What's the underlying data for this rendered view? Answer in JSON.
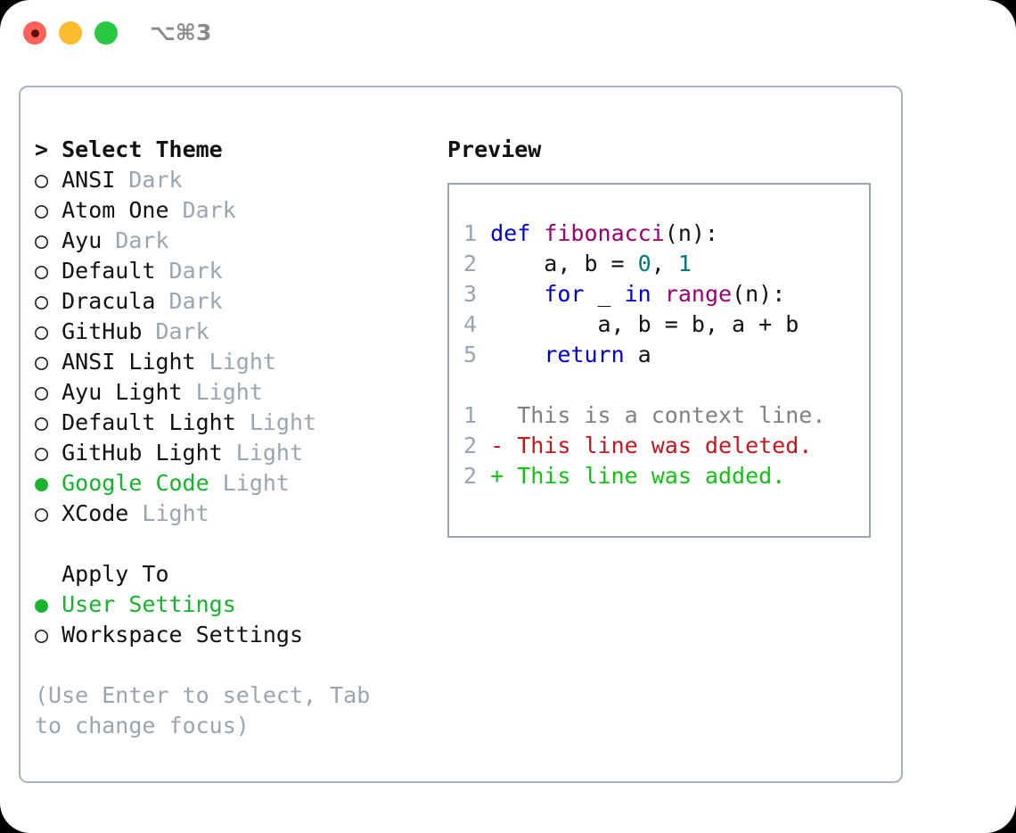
{
  "window": {
    "shortcut": "⌥⌘3",
    "traffic_lights": [
      {
        "name": "close-button",
        "color": "#ff6159"
      },
      {
        "name": "minimize-button",
        "color": "#ffbd2e"
      },
      {
        "name": "maximize-button",
        "color": "#28c840"
      }
    ]
  },
  "theme_picker": {
    "heading": "> Select Theme",
    "bullet_selected": "●",
    "bullet_unselected": "○",
    "items": [
      {
        "bullet": "○",
        "label": "ANSI",
        "tag": "Dark",
        "selected": false
      },
      {
        "bullet": "○",
        "label": "Atom One",
        "tag": "Dark",
        "selected": false
      },
      {
        "bullet": "○",
        "label": "Ayu",
        "tag": "Dark",
        "selected": false
      },
      {
        "bullet": "○",
        "label": "Default",
        "tag": "Dark",
        "selected": false
      },
      {
        "bullet": "○",
        "label": "Dracula",
        "tag": "Dark",
        "selected": false
      },
      {
        "bullet": "○",
        "label": "GitHub",
        "tag": "Dark",
        "selected": false
      },
      {
        "bullet": "○",
        "label": "ANSI Light",
        "tag": "Light",
        "selected": false
      },
      {
        "bullet": "○",
        "label": "Ayu Light",
        "tag": "Light",
        "selected": false
      },
      {
        "bullet": "○",
        "label": "Default Light",
        "tag": "Light",
        "selected": false
      },
      {
        "bullet": "○",
        "label": "GitHub Light",
        "tag": "Light",
        "selected": false
      },
      {
        "bullet": "●",
        "label": "Google Code",
        "tag": "Light",
        "selected": true
      },
      {
        "bullet": "○",
        "label": "XCode",
        "tag": "Light",
        "selected": false
      }
    ]
  },
  "apply_to": {
    "heading": "  Apply To",
    "items": [
      {
        "bullet": "●",
        "label": "User Settings",
        "selected": true
      },
      {
        "bullet": "○",
        "label": "Workspace Settings",
        "selected": false
      }
    ]
  },
  "hint": "(Use Enter to select, Tab to change focus)",
  "preview": {
    "title": "Preview",
    "code_lines": [
      {
        "n": "1",
        "tokens": [
          {
            "t": "def ",
            "c": "kw"
          },
          {
            "t": "fibonacci",
            "c": "fn"
          },
          {
            "t": "(n):",
            "c": "plain"
          }
        ]
      },
      {
        "n": "2",
        "tokens": [
          {
            "t": "    a, b = ",
            "c": "plain"
          },
          {
            "t": "0",
            "c": "num"
          },
          {
            "t": ", ",
            "c": "plain"
          },
          {
            "t": "1",
            "c": "num"
          }
        ]
      },
      {
        "n": "3",
        "tokens": [
          {
            "t": "    ",
            "c": "plain"
          },
          {
            "t": "for",
            "c": "kw"
          },
          {
            "t": " _ ",
            "c": "plain"
          },
          {
            "t": "in",
            "c": "kw"
          },
          {
            "t": " ",
            "c": "plain"
          },
          {
            "t": "range",
            "c": "fn"
          },
          {
            "t": "(n):",
            "c": "plain"
          }
        ]
      },
      {
        "n": "4",
        "tokens": [
          {
            "t": "        a, b = b, a + b",
            "c": "plain"
          }
        ]
      },
      {
        "n": "5",
        "tokens": [
          {
            "t": "    ",
            "c": "plain"
          },
          {
            "t": "return",
            "c": "kw"
          },
          {
            "t": " a",
            "c": "plain"
          }
        ]
      }
    ],
    "diff_lines": [
      {
        "n": "1",
        "marker": " ",
        "text": " This is a context line.",
        "kind": "ctx"
      },
      {
        "n": "2",
        "marker": "-",
        "text": " This line was deleted.",
        "kind": "del"
      },
      {
        "n": "2",
        "marker": "+",
        "text": " This line was added.",
        "kind": "add"
      }
    ]
  },
  "colors": {
    "accent_green": "#17b22e",
    "muted": "#9aa5b1",
    "keyword": "#0000cc",
    "function": "#990073",
    "number": "#007878",
    "diff_add": "#12c212",
    "diff_del": "#c3171e",
    "diff_ctx": "#808080",
    "border": "#aab2bd"
  }
}
